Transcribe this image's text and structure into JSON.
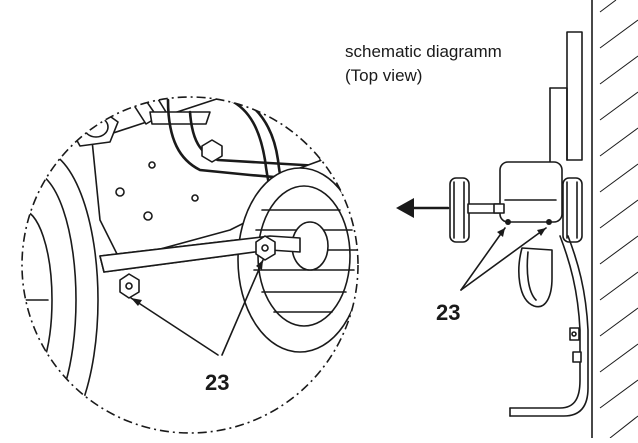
{
  "caption": {
    "line1": "schematic diagramm",
    "line2": "(Top view)"
  },
  "callouts": {
    "detail_number": "23",
    "schematic_number": "23"
  },
  "icons": {
    "direction": "arrow-left-icon"
  }
}
